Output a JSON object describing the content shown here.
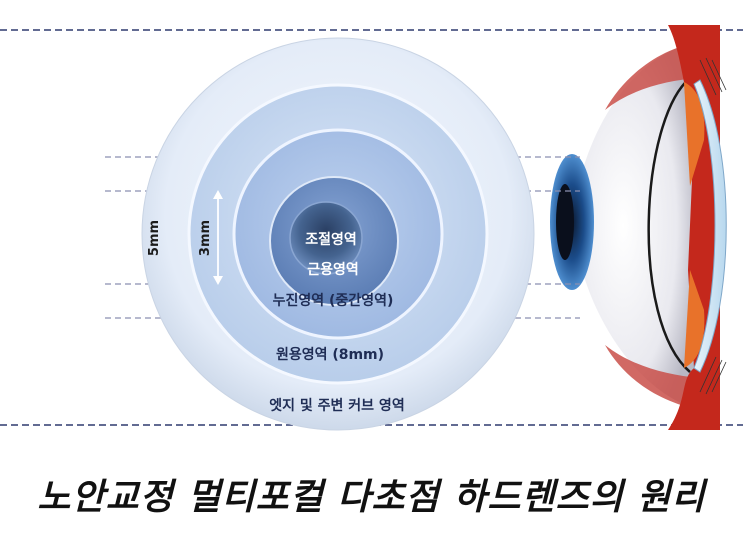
{
  "zones": {
    "accommodation": "조절영역",
    "near": "근용영역",
    "progressive": "누진영역 (중간영역)",
    "distance": "원용영역 (8mm)",
    "edge": "엣지 및 주변 커브 영역"
  },
  "dimensions": {
    "outer": "5mm",
    "inner": "3mm"
  },
  "caption": "노안교정 멀티포컬 다초점 하드렌즈의 원리",
  "colors": {
    "dashed_line": "#2e3a6e",
    "lens_outer": "#e6eef9",
    "lens_distance": "#c4d7f0",
    "lens_progressive": "#a9c3e8",
    "lens_near": "#6f8fc4",
    "lens_center": "#3b5a8e",
    "eye_red": "#c4281c",
    "iris_blue": "#2f6fb0"
  },
  "icons": [
    "eye-cross-section-illustration",
    "double-arrow-icon"
  ]
}
